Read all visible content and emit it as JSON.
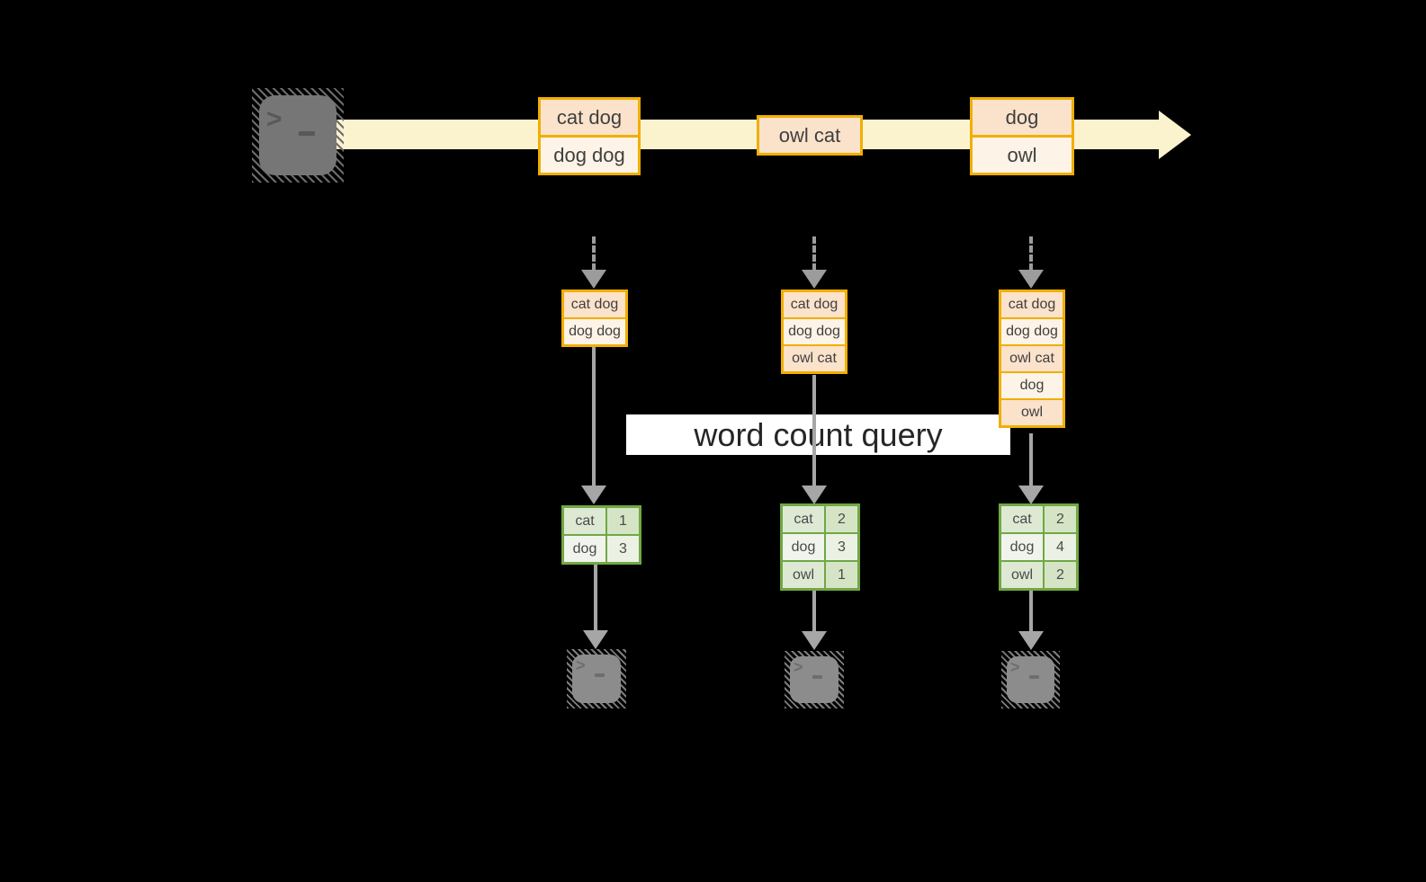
{
  "query": {
    "label": "word count query"
  },
  "stream": {
    "events": [
      {
        "lines": [
          "cat dog",
          "dog dog"
        ]
      },
      {
        "lines": [
          "owl cat"
        ]
      },
      {
        "lines": [
          "dog",
          "owl"
        ]
      }
    ]
  },
  "columns": [
    {
      "buffer": [
        "cat dog",
        "dog dog"
      ],
      "counts": [
        [
          "cat",
          "1"
        ],
        [
          "dog",
          "3"
        ]
      ]
    },
    {
      "buffer": [
        "cat dog",
        "dog dog",
        "owl cat"
      ],
      "counts": [
        [
          "cat",
          "2"
        ],
        [
          "dog",
          "3"
        ],
        [
          "owl",
          "1"
        ]
      ]
    },
    {
      "buffer": [
        "cat dog",
        "dog dog",
        "owl cat",
        "dog",
        "owl"
      ],
      "counts": [
        [
          "cat",
          "2"
        ],
        [
          "dog",
          "4"
        ],
        [
          "owl",
          "2"
        ]
      ]
    }
  ],
  "icons": {
    "source": "terminal-icon",
    "sink": "terminal-icon",
    "prompt_chevron": ">"
  },
  "colors": {
    "background": "#000000",
    "stream_band": "#FBF2CE",
    "box_border": "#F0AF00",
    "box_fill_peach": "#FBE2CB",
    "box_fill_cream": "#FDF3E6",
    "table_border": "#70A845",
    "table_fill_dark": "#DEE9D4",
    "table_fill_light": "#F0F4EC",
    "arrow_gray": "#A6A6A6",
    "query_band": "#FFFFFF"
  }
}
